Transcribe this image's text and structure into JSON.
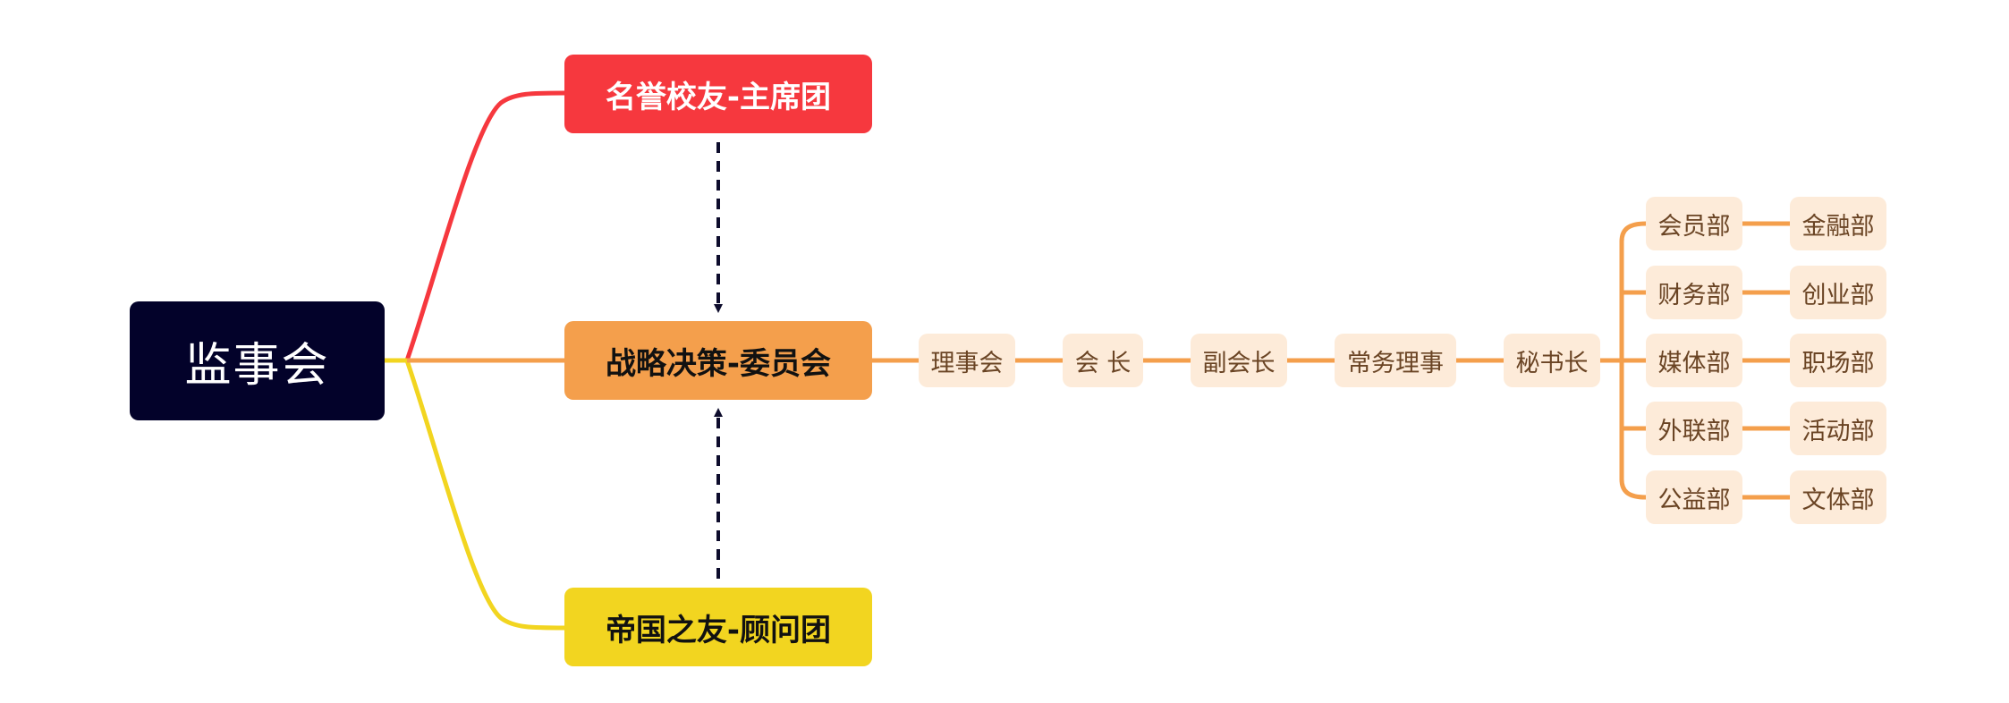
{
  "root": {
    "label": "监事会"
  },
  "branches": {
    "honor": {
      "label": "名誉校友-主席团",
      "color": "#f6383e"
    },
    "strategy": {
      "label": "战略决策-委员会",
      "color": "#f49f4c"
    },
    "imperial": {
      "label": "帝国之友-顾问团",
      "color": "#f2d520"
    }
  },
  "chain": [
    {
      "label": "理事会"
    },
    {
      "label": "会 长"
    },
    {
      "label": "副会长"
    },
    {
      "label": "常务理事"
    },
    {
      "label": "秘书长"
    }
  ],
  "departments": [
    {
      "left": "会员部",
      "right": "金融部"
    },
    {
      "left": "财务部",
      "right": "创业部"
    },
    {
      "left": "媒体部",
      "right": "职场部"
    },
    {
      "left": "外联部",
      "right": "活动部"
    },
    {
      "left": "公益部",
      "right": "文体部"
    }
  ],
  "colors": {
    "root_background": "#03022a",
    "chain_background": "#fdebd9",
    "chain_text": "#6a4424",
    "dashed_arrow": "#0d0c2c"
  }
}
